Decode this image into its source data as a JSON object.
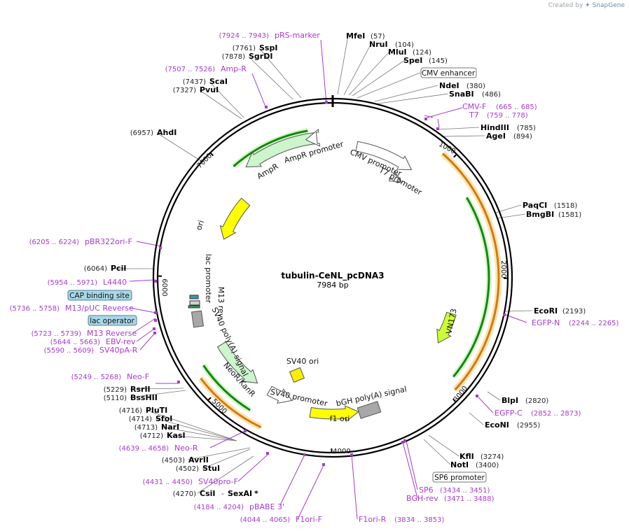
{
  "brand": {
    "created_by": "Created by",
    "product": "SnapGene"
  },
  "plasmid": {
    "name": "tubulin-CeNL_pcDNA3",
    "length": "7984 bp",
    "length_bp": 7984
  },
  "ticks": [
    "1000",
    "2000",
    "3000",
    "4000",
    "5000",
    "6000",
    "7000"
  ],
  "enzymes": [
    {
      "name": "MfeI",
      "pos": "(57)"
    },
    {
      "name": "NruI",
      "pos": "(104)"
    },
    {
      "name": "MluI",
      "pos": "(124)"
    },
    {
      "name": "SpeI",
      "pos": "(145)"
    },
    {
      "name": "NdeI",
      "pos": "(380)"
    },
    {
      "name": "SnaBI",
      "pos": "(486)"
    },
    {
      "name": "HindIII",
      "pos": "(785)"
    },
    {
      "name": "AgeI",
      "pos": "(894)"
    },
    {
      "name": "PaqCI",
      "pos": "(1518)"
    },
    {
      "name": "BmgBI",
      "pos": "(1581)"
    },
    {
      "name": "EcoRI",
      "pos": "(2193)"
    },
    {
      "name": "BlpI",
      "pos": "(2820)"
    },
    {
      "name": "EcoNI",
      "pos": "(2955)"
    },
    {
      "name": "KflI",
      "pos": "(3274)"
    },
    {
      "name": "NotI",
      "pos": "(3400)"
    },
    {
      "name": "CsiI",
      "pos": "(4270)"
    },
    {
      "name": "SexAI",
      "pos": ""
    },
    {
      "name": "StuI",
      "pos": "(4502)"
    },
    {
      "name": "AvrII",
      "pos": "(4503)"
    },
    {
      "name": "KasI",
      "pos": "(4712)"
    },
    {
      "name": "NarI",
      "pos": "(4713)"
    },
    {
      "name": "SfoI",
      "pos": "(4714)"
    },
    {
      "name": "PluTI",
      "pos": "(4716)"
    },
    {
      "name": "BssHII",
      "pos": "(5110)"
    },
    {
      "name": "RsrII",
      "pos": "(5229)"
    },
    {
      "name": "PciI",
      "pos": "(6064)"
    },
    {
      "name": "AhdI",
      "pos": "(6957)"
    },
    {
      "name": "PvuI",
      "pos": "(7327)"
    },
    {
      "name": "ScaI",
      "pos": "(7437)"
    },
    {
      "name": "SspI",
      "pos": "(7761)"
    },
    {
      "name": "SgrDI",
      "pos": "(7878)"
    }
  ],
  "sexai_mark": "*",
  "dash": "-",
  "primers": [
    {
      "name": "pRS-marker",
      "pos": "(7924 .. 7943)"
    },
    {
      "name": "Amp-R",
      "pos": "(7507 .. 7526)"
    },
    {
      "name": "CMV-F",
      "pos": "(665 .. 685)"
    },
    {
      "name": "T7",
      "pos": "(759 .. 778)"
    },
    {
      "name": "pBR322ori-F",
      "pos": "(6205 .. 6224)"
    },
    {
      "name": "L4440",
      "pos": "(5954 .. 5971)"
    },
    {
      "name": "M13/pUC Reverse",
      "pos": "(5736 .. 5758)"
    },
    {
      "name": "M13 Reverse",
      "pos": "(5723 .. 5739)"
    },
    {
      "name": "EBV-rev",
      "pos": "(5644 .. 5663)"
    },
    {
      "name": "SV40pA-R",
      "pos": "(5590 .. 5609)"
    },
    {
      "name": "EGFP-N",
      "pos": "(2244 .. 2265)"
    },
    {
      "name": "EGFP-C",
      "pos": "(2852 .. 2873)"
    },
    {
      "name": "Neo-F",
      "pos": "(5249 .. 5268)"
    },
    {
      "name": "Neo-R",
      "pos": "(4639 .. 4658)"
    },
    {
      "name": "SV40pro-F",
      "pos": "(4431 .. 4450)"
    },
    {
      "name": "pBABE 3'",
      "pos": "(4184 .. 4204)"
    },
    {
      "name": "F1ori-F",
      "pos": "(4044 .. 4065)"
    },
    {
      "name": "F1ori-R",
      "pos": "(3834 .. 3853)"
    },
    {
      "name": "SP6",
      "pos": "(3434 .. 3451)"
    },
    {
      "name": "BGH-rev",
      "pos": "(3471 .. 3488)"
    }
  ],
  "boxed_features": {
    "cmv_enhancer": "CMV enhancer",
    "cap_binding_site": "CAP binding site",
    "lac_operator": "lac operator",
    "sp6_promoter": "SP6 promoter"
  },
  "features": {
    "ampr_promoter": "AmpR promoter",
    "ampr": "AmpR",
    "cmv_promoter": "CMV promoter",
    "t7_promoter": "T7 promoter",
    "ori": "ori",
    "lac_promoter": "lac promoter",
    "m13_rev": "M13 rev",
    "sv40_polya": "SV40 poly(A) signal",
    "neor_kanr": "NeoR/KanR",
    "sv40_ori": "SV40 ori",
    "sv40_promoter": "SV40 promoter",
    "f1_ori": "f1 ori",
    "bgh_polya": "bGH poly(A) signal",
    "vn173": "VN173"
  },
  "colors": {
    "primer": "#a53ad0",
    "ampr": "#ccf5cc",
    "ori": "#ffff00",
    "cds_green": "#118811",
    "orange": "#d07a10",
    "vn173": "#ccff33",
    "sv40_ori": "#ffee00",
    "polya_gray": "#a8a8a8",
    "cap_box": "#a9d8e8"
  }
}
